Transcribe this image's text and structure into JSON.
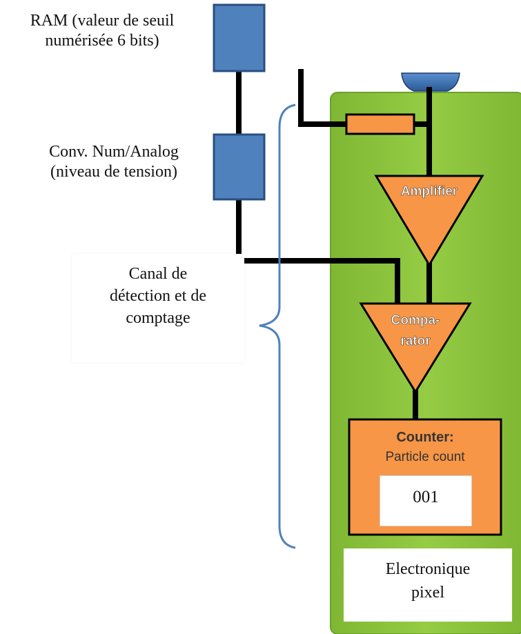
{
  "labels": {
    "ram": "RAM (valeur de seuil\nnumérisée 6 bits)",
    "dac": "Conv. Num/Analog\n(niveau de tension)",
    "canal": "Canal de\ndétection et de\ncomptage",
    "pixel": "Electronique\npixel"
  },
  "blocks": {
    "amplifier": "Amplifier",
    "comparator_line1": "Compa-",
    "comparator_line2": "rator",
    "counter_title": "Counter:",
    "counter_subtitle": "Particle count",
    "counter_value": "001"
  },
  "colors": {
    "pixel_green": "#8dc63f",
    "component_orange": "#f79646",
    "block_blue": "#4f81bd",
    "bracket_blue": "#4f81bd",
    "wire": "#000000"
  }
}
